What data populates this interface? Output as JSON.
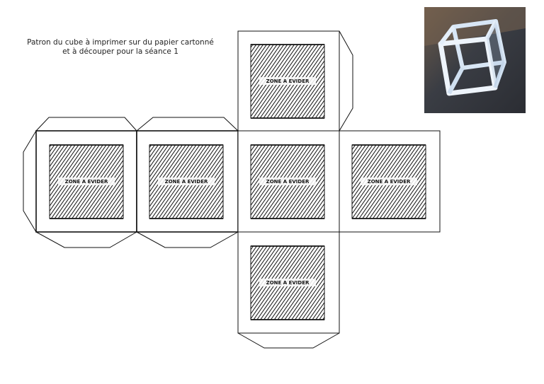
{
  "header": {
    "instruction_line_1": "Patron du cube à imprimer sur du papier cartonné",
    "instruction_line_2": "et à découper pour la séance 1"
  },
  "faces": [
    {
      "label": "ZONE A EVIDER"
    },
    {
      "label": "ZONE A EVIDER"
    },
    {
      "label": "ZONE A EVIDER"
    },
    {
      "label": "ZONE A EVIDER"
    },
    {
      "label": "ZONE A EVIDER"
    },
    {
      "label": "ZONE A EVIDER"
    }
  ],
  "colors": {
    "outline": "#111111",
    "hatch": "#111111",
    "paper": "#ffffff",
    "photo_background": "#2b2d33",
    "photo_table": "#6b5a4a"
  }
}
